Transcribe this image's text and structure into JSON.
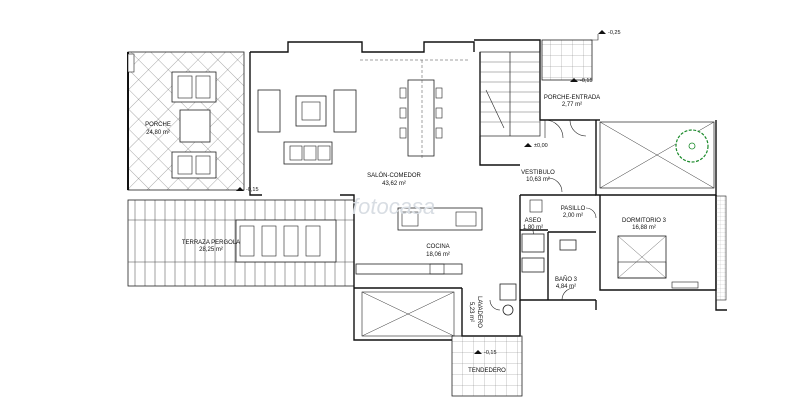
{
  "rooms": {
    "porche": {
      "name": "PORCHE",
      "area": "24,80 m²"
    },
    "salon": {
      "name": "SALÓN-COMEDOR",
      "area": "43,62 m²"
    },
    "terraza": {
      "name": "TERRAZA PERGOLA",
      "area": "28,25 m²"
    },
    "cocina": {
      "name": "COCINA",
      "area": "18,06 m²"
    },
    "vestibulo": {
      "name": "VESTIBULO",
      "area": "10,63 m²"
    },
    "porche_entrada": {
      "name": "PORCHE-ENTRADA",
      "area": "2,77 m²"
    },
    "aseo": {
      "name": "ASEO",
      "area": "1,80 m²"
    },
    "pasillo": {
      "name": "PASILLO",
      "area": "2,00 m²"
    },
    "dormitorio3": {
      "name": "DORMITORIO 3",
      "area": "16,88 m²"
    },
    "bano3": {
      "name": "BAÑO 3",
      "area": "4,84 m²"
    },
    "lavadero": {
      "name": "LAVADERO",
      "area": "5,23 m²"
    },
    "tendedero": {
      "name": "TENDEDERO",
      "area": ""
    }
  },
  "levels": {
    "top_right": "-0,25",
    "porche_entrada": "-0,15",
    "vestibulo": "±0,00",
    "porche": "-0,15",
    "tendedero": "-0,15"
  },
  "watermark": "fotocasa"
}
